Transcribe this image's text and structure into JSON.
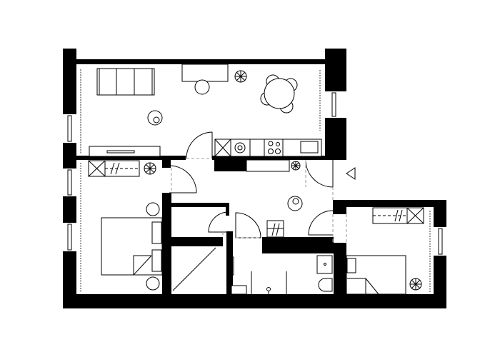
{
  "plan": {
    "colors": {
      "wall": "#000000",
      "background": "#ffffff",
      "threshold": "#999999"
    },
    "rooms": [
      "living-kitchen",
      "bedroom-left",
      "hallway",
      "closet",
      "storage",
      "bathroom",
      "bedroom-right"
    ]
  }
}
